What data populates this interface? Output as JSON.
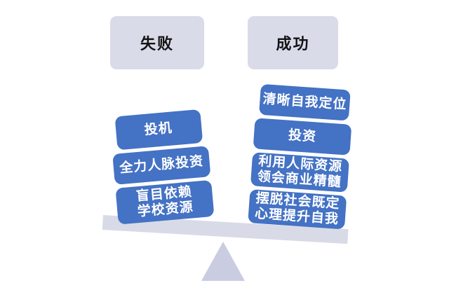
{
  "meta": {
    "diagram_type": "balance-seesaw-comparison",
    "background": "#ffffff"
  },
  "colors": {
    "item_box_blue": "#4472c4",
    "item_text": "#ffffff",
    "label_box_bg": "#d9dbe9",
    "label_text": "#141414",
    "beam": "#d8dae7",
    "fulcrum_triangle": "#cacde1"
  },
  "columns": {
    "left": {
      "title": "失败",
      "items": [
        {
          "lines": [
            "投机"
          ]
        },
        {
          "lines": [
            "全力人脉投资"
          ]
        },
        {
          "lines": [
            "盲目依赖",
            "学校资源"
          ]
        }
      ]
    },
    "right": {
      "title": "成功",
      "items": [
        {
          "lines": [
            "清晰自我定位"
          ]
        },
        {
          "lines": [
            "投资"
          ]
        },
        {
          "lines": [
            "利用人际资源",
            "领会商业精髓"
          ]
        },
        {
          "lines": [
            "摆脱社会既定",
            "心理提升自我"
          ]
        }
      ]
    }
  }
}
